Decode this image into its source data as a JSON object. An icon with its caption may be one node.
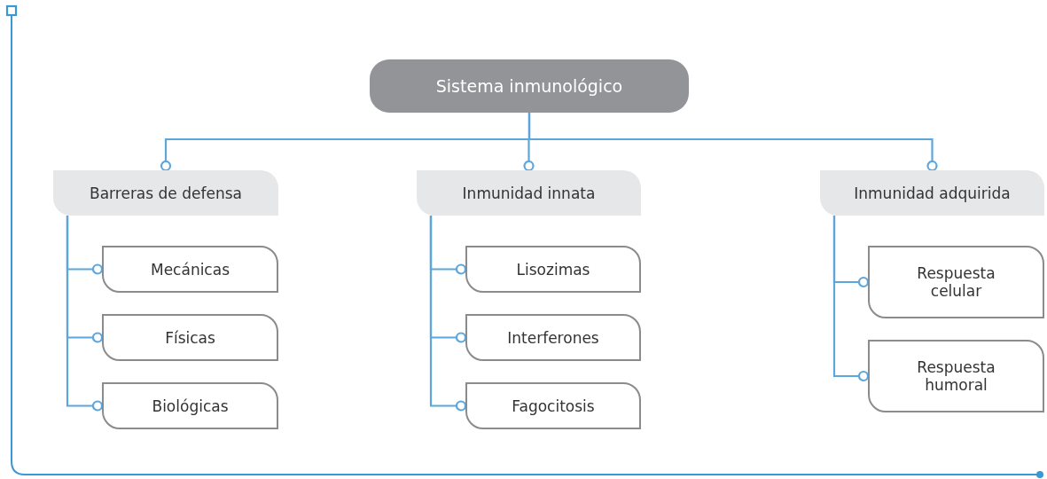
{
  "diagram": {
    "nodes": [
      {
        "text": [
          "Sistema inmunológico"
        ]
      },
      {
        "text": [
          "Barreras de defensa"
        ]
      },
      {
        "text": [
          "Inmunidad innata"
        ]
      },
      {
        "text": [
          "Inmunidad adquirida"
        ]
      },
      {
        "text": [
          "Mecánicas"
        ]
      },
      {
        "text": [
          "Físicas"
        ]
      },
      {
        "text": [
          "Biológicas"
        ]
      },
      {
        "text": [
          "Lisozimas"
        ]
      },
      {
        "text": [
          "Interferones"
        ]
      },
      {
        "text": [
          "Fagocitosis"
        ]
      },
      {
        "text": [
          "Respuesta celular"
        ]
      },
      {
        "text": [
          "Respuesta humoral"
        ]
      }
    ],
    "edges": [
      {
        "from": 0,
        "to": 1,
        "arrow": "other"
      },
      {
        "from": 0,
        "to": 2,
        "arrow": "other"
      },
      {
        "from": 0,
        "to": 3,
        "arrow": "other"
      },
      {
        "from": 1,
        "to": 4,
        "arrow": "other"
      },
      {
        "from": 1,
        "to": 5,
        "arrow": "other"
      },
      {
        "from": 1,
        "to": 6,
        "arrow": "other"
      },
      {
        "from": 2,
        "to": 7,
        "arrow": "other"
      },
      {
        "from": 2,
        "to": 8,
        "arrow": "other"
      },
      {
        "from": 2,
        "to": 9,
        "arrow": "other"
      },
      {
        "from": 3,
        "to": 10,
        "arrow": "other"
      },
      {
        "from": 3,
        "to": 11,
        "arrow": "other"
      }
    ]
  }
}
